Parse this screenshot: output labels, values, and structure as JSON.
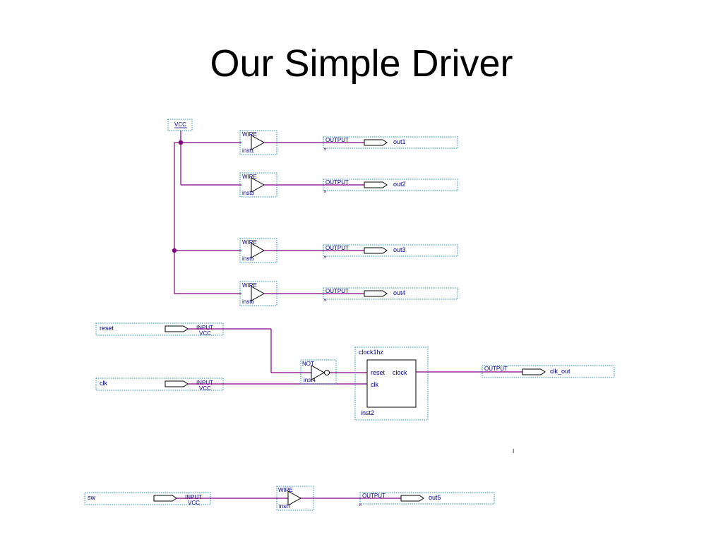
{
  "title": "Our Simple Driver",
  "colors": {
    "wire": "#800080",
    "label": "#000080",
    "box": "#1f8fa6"
  },
  "vcc_label": "VCC",
  "buffers": [
    {
      "type": "WIRE",
      "inst": "inst1",
      "port_type": "OUTPUT",
      "port_name": "out1"
    },
    {
      "type": "WIRE",
      "inst": "inst3",
      "port_type": "OUTPUT",
      "port_name": "out2"
    },
    {
      "type": "WIRE",
      "inst": "inst5",
      "port_type": "OUTPUT",
      "port_name": "out3"
    },
    {
      "type": "WIRE",
      "inst": "inst6",
      "port_type": "OUTPUT",
      "port_name": "out4"
    }
  ],
  "inputs": [
    {
      "name": "reset",
      "type": "INPUT",
      "sub": "VCC"
    },
    {
      "name": "clk",
      "type": "INPUT",
      "sub": "VCC"
    },
    {
      "name": "sw",
      "type": "INPUT",
      "sub": "VCC"
    }
  ],
  "not_gate": {
    "type": "NOT",
    "inst": "inst4"
  },
  "clock_block": {
    "title": "clock1hz",
    "inst": "inst2",
    "port_reset": "reset",
    "port_clk": "clk",
    "port_clock": "clock"
  },
  "clk_output": {
    "type": "OUTPUT",
    "name": "clk_out"
  },
  "sw_buffer": {
    "type": "WIRE",
    "inst": "inst7"
  },
  "sw_output": {
    "type": "OUTPUT",
    "name": "out5"
  },
  "cursor_mark": "I"
}
